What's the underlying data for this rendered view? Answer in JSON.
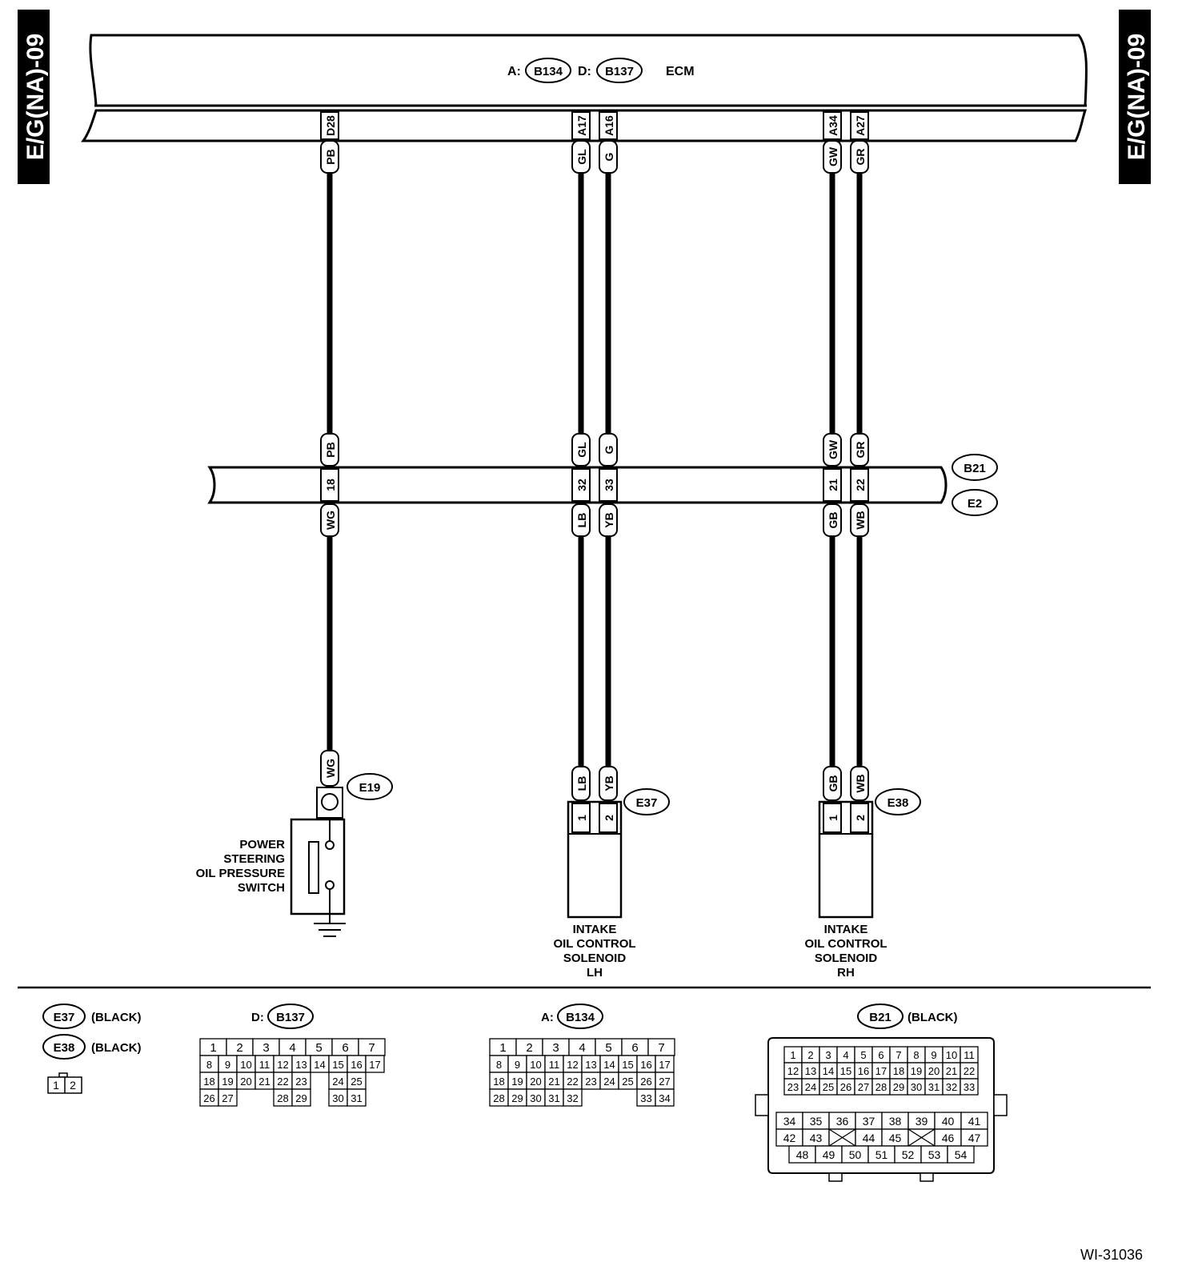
{
  "page_tag": "E/G(NA)-09",
  "ecm": {
    "prefix_a": "A:",
    "conn_a": "B134",
    "prefix_d": "D:",
    "conn_d": "B137",
    "label": "ECM"
  },
  "terminals": {
    "d28": "D28",
    "a17": "A17",
    "a16": "A16",
    "a34": "A34",
    "a27": "A27"
  },
  "wires_top": [
    "PB",
    "GL",
    "G",
    "GW",
    "GR"
  ],
  "junction": {
    "conn_top": "B21",
    "conn_bottom": "E2",
    "upper": [
      "PB",
      "GL",
      "G",
      "GW",
      "GR"
    ],
    "pins": [
      "18",
      "32",
      "33",
      "21",
      "22"
    ],
    "lower": [
      "WG",
      "LB",
      "YB",
      "GB",
      "WB"
    ]
  },
  "e19": {
    "conn": "E19",
    "wire": "WG",
    "name_lines": [
      "POWER",
      "STEERING",
      "OIL PRESSURE",
      "SWITCH"
    ]
  },
  "e37": {
    "conn": "E37",
    "wires": [
      "LB",
      "YB"
    ],
    "pins": [
      "1",
      "2"
    ],
    "name_lines": [
      "INTAKE",
      "OIL CONTROL",
      "SOLENOID",
      "LH"
    ]
  },
  "e38": {
    "conn": "E38",
    "wires": [
      "GB",
      "WB"
    ],
    "pins": [
      "1",
      "2"
    ],
    "name_lines": [
      "INTAKE",
      "OIL CONTROL",
      "SOLENOID",
      "RH"
    ]
  },
  "legend": {
    "e37": {
      "conn": "E37",
      "color": "(BLACK)"
    },
    "e38": {
      "conn": "E38",
      "color": "(BLACK)"
    },
    "small_pins": [
      "1",
      "2"
    ],
    "d_b137": {
      "prefix": "D:",
      "conn": "B137",
      "rows": [
        [
          "1",
          "2",
          "3",
          "4",
          "5",
          "6",
          "7"
        ],
        [
          "8",
          "9",
          "10",
          "11",
          "12",
          "13",
          "14",
          "15",
          "16",
          "17"
        ],
        [
          "18",
          "19",
          "20",
          "21",
          "22",
          "23",
          "",
          "24",
          "25"
        ],
        [
          "26",
          "27",
          "",
          "",
          "28",
          "29",
          "",
          "30",
          "31"
        ]
      ]
    },
    "a_b134": {
      "prefix": "A:",
      "conn": "B134",
      "rows": [
        [
          "1",
          "2",
          "3",
          "4",
          "5",
          "6",
          "7"
        ],
        [
          "8",
          "9",
          "10",
          "11",
          "12",
          "13",
          "14",
          "15",
          "16",
          "17"
        ],
        [
          "18",
          "19",
          "20",
          "21",
          "22",
          "23",
          "24",
          "25",
          "26",
          "27"
        ],
        [
          "28",
          "29",
          "30",
          "31",
          "32",
          "",
          "",
          "",
          "33",
          "34"
        ]
      ]
    },
    "b21": {
      "conn": "B21",
      "color": "(BLACK)",
      "top_rows": [
        [
          "1",
          "2",
          "3",
          "4",
          "5",
          "6",
          "7",
          "8",
          "9",
          "10",
          "11"
        ],
        [
          "12",
          "13",
          "14",
          "15",
          "16",
          "17",
          "18",
          "19",
          "20",
          "21",
          "22"
        ],
        [
          "23",
          "24",
          "25",
          "26",
          "27",
          "28",
          "29",
          "30",
          "31",
          "32",
          "33"
        ]
      ],
      "bottom_rows": [
        [
          "34",
          "35",
          "36",
          "37",
          "38",
          "39",
          "40",
          "41"
        ],
        [
          "42",
          "43",
          "X",
          "44",
          "45",
          "X",
          "46",
          "47"
        ],
        [
          "48",
          "49",
          "50",
          "51",
          "52",
          "53",
          "54"
        ]
      ]
    }
  },
  "figure_id": "WI-31036"
}
